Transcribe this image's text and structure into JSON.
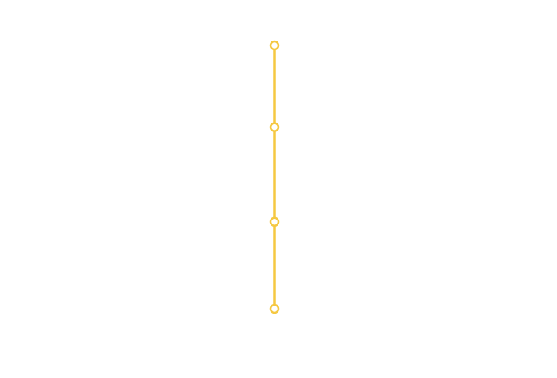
{
  "chart_data": {
    "type": "line",
    "series": [
      {
        "x": [
          0,
          0,
          0,
          0
        ],
        "y": [
          100,
          69,
          33,
          0
        ]
      }
    ],
    "ylim": [
      0,
      100
    ],
    "grid": false,
    "colors": {
      "series": "#f5c842",
      "marker_fill": "#ffffff",
      "background": "#ffffff"
    }
  }
}
